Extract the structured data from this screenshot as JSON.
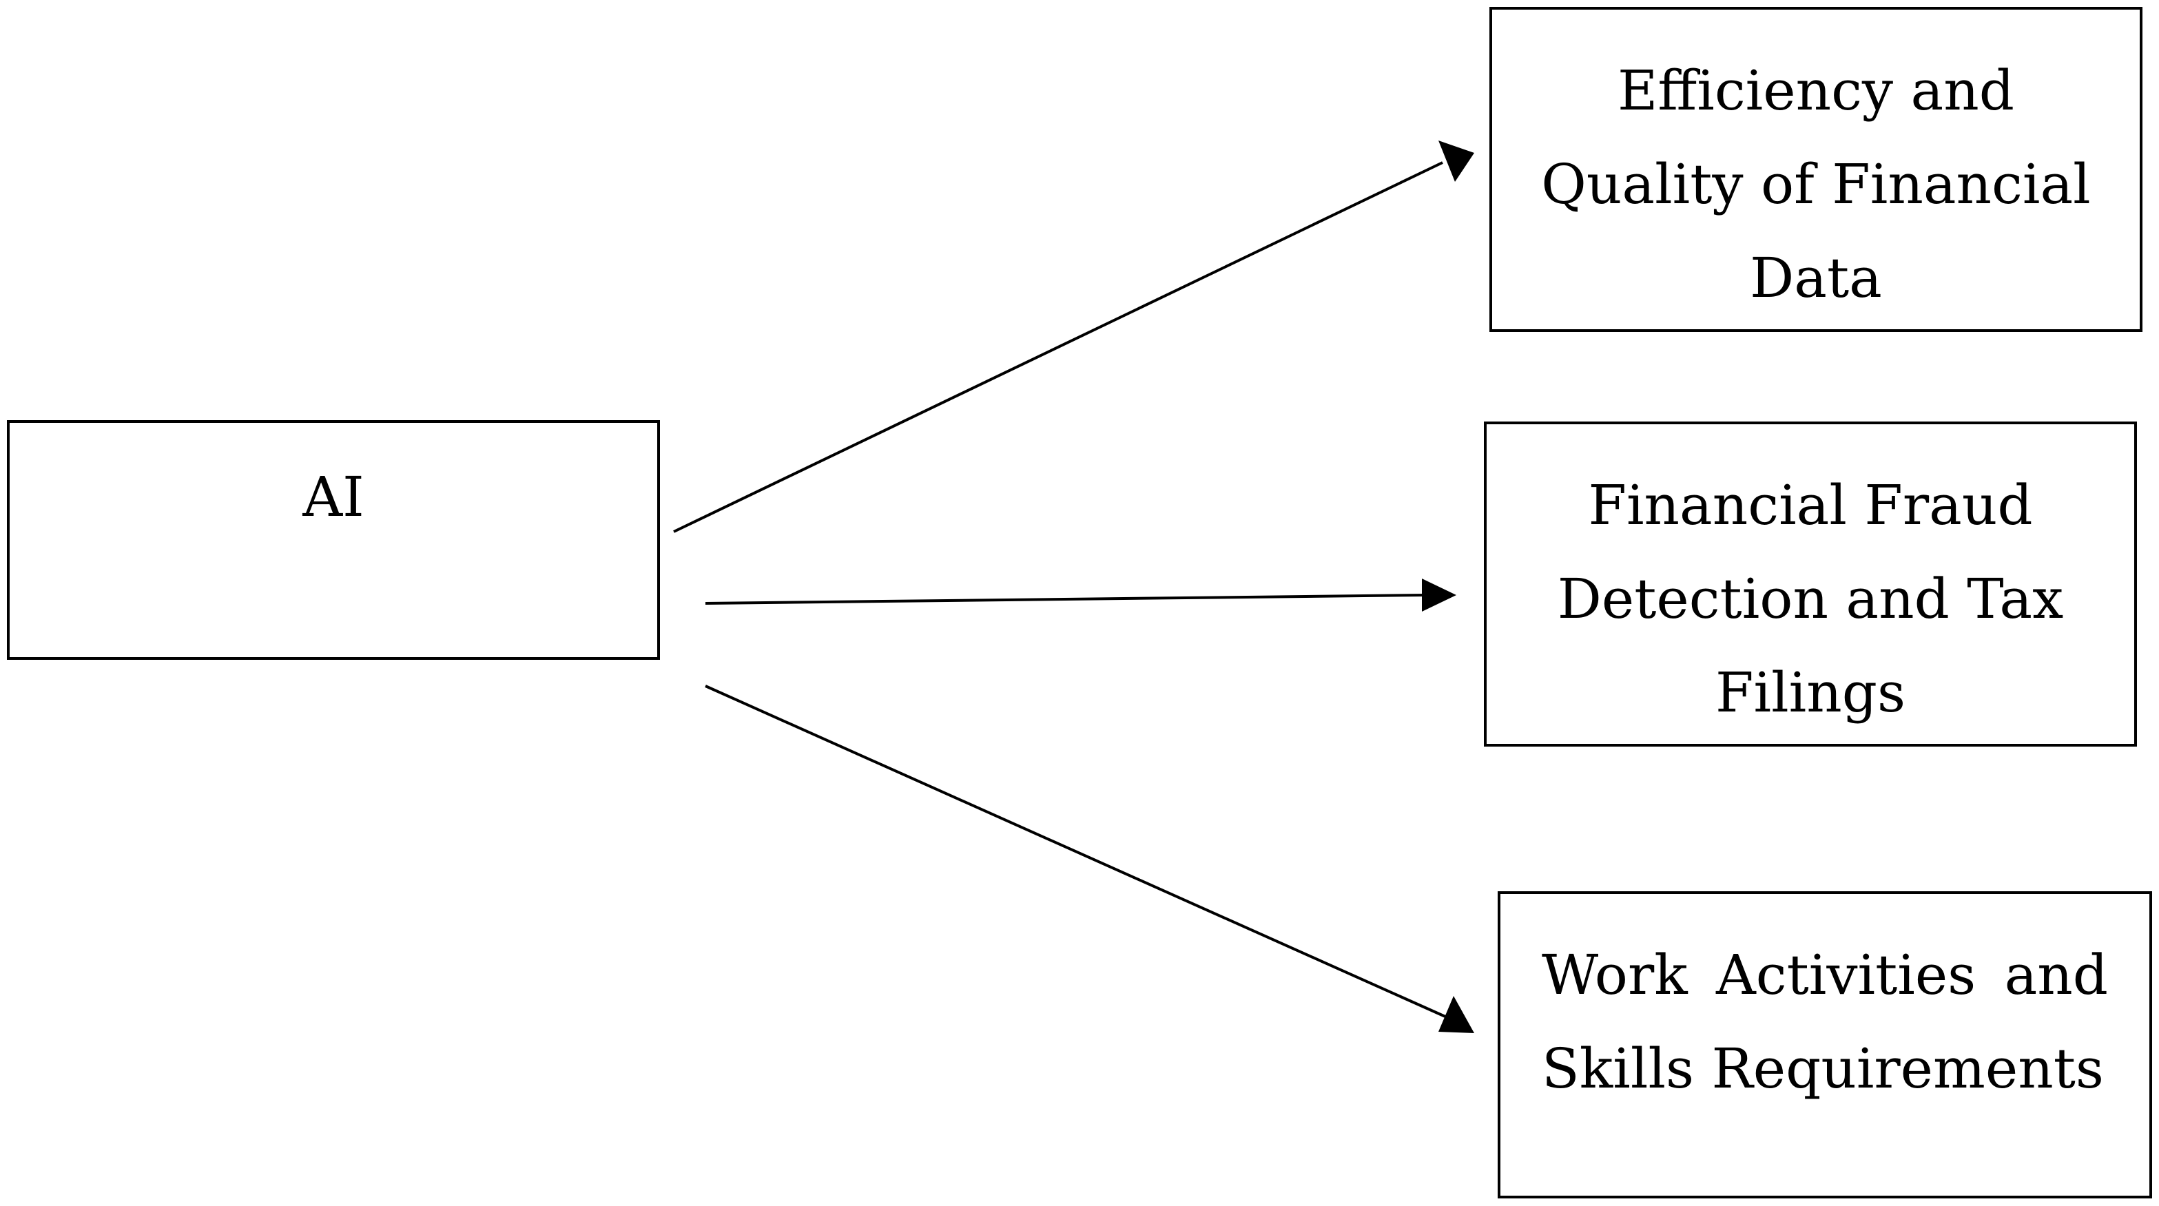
{
  "source": {
    "label": "AI"
  },
  "targets": [
    {
      "label": "Efficiency and\nQuality of Financial\nData"
    },
    {
      "label": "Financial Fraud\nDetection and Tax\nFilings"
    },
    {
      "line1": "Work Activities and",
      "line2": "Skills Requirements"
    }
  ],
  "colors": {
    "stroke": "#000000",
    "background": "#ffffff"
  }
}
